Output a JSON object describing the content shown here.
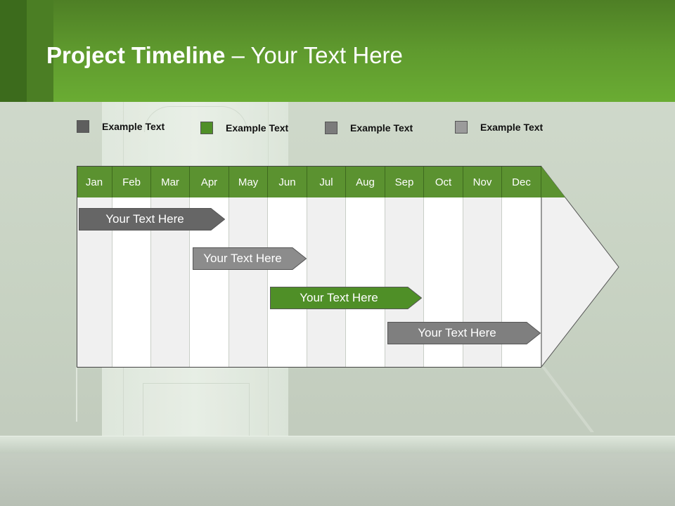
{
  "title": {
    "bold": "Project Timeline",
    "rest": " – Your Text Here"
  },
  "legend": [
    {
      "label": "Example Text",
      "color": "#5e5e5e"
    },
    {
      "label": "Example Text",
      "color": "#4f8f27"
    },
    {
      "label": "Example Text",
      "color": "#7b7b7b"
    },
    {
      "label": "Example Text",
      "color": "#9b9b9b"
    }
  ],
  "months": [
    "Jan",
    "Feb",
    "Mar",
    "Apr",
    "May",
    "Jun",
    "Jul",
    "Aug",
    "Sep",
    "Oct",
    "Nov",
    "Dec"
  ],
  "tasks": [
    {
      "label": "Your  Text Here",
      "color": "#666666",
      "start_month": "Jan",
      "end_month": "Apr"
    },
    {
      "label": "Your  Text Here",
      "color": "#8c8c8c",
      "start_month": "Apr",
      "end_month": "Jun"
    },
    {
      "label": "Your  Text Here",
      "color": "#4f8f27",
      "start_month": "Jun",
      "end_month": "Sep"
    },
    {
      "label": "Your  Text Here",
      "color": "#7f7f7f",
      "start_month": "Sep",
      "end_month": "Dec"
    }
  ]
}
